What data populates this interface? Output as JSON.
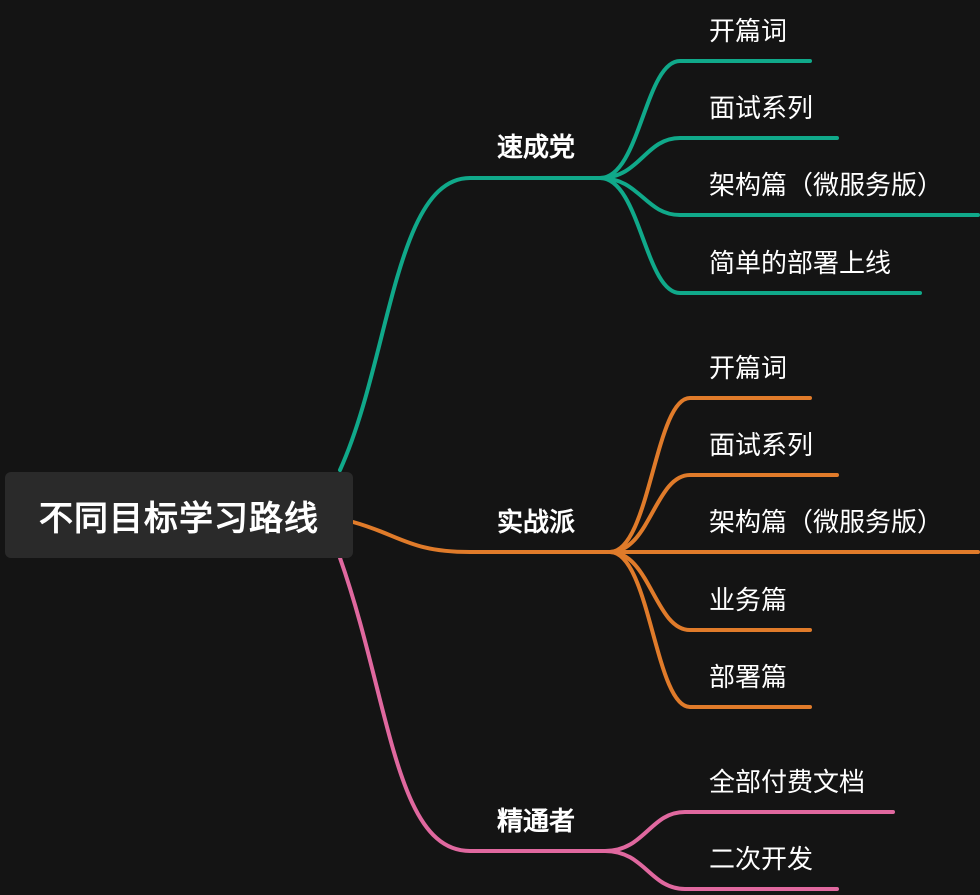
{
  "root": {
    "title": "不同目标学习路线"
  },
  "branches": [
    {
      "label": "速成党",
      "color": "#10a98a",
      "children": [
        "开篇词",
        "面试系列",
        "架构篇（微服务版）",
        "简单的部署上线"
      ]
    },
    {
      "label": "实战派",
      "color": "#e07b2a",
      "children": [
        "开篇词",
        "面试系列",
        "架构篇（微服务版）",
        "业务篇",
        "部署篇"
      ]
    },
    {
      "label": "精通者",
      "color": "#e0689f",
      "children": [
        "全部付费文档",
        "二次开发"
      ]
    }
  ]
}
